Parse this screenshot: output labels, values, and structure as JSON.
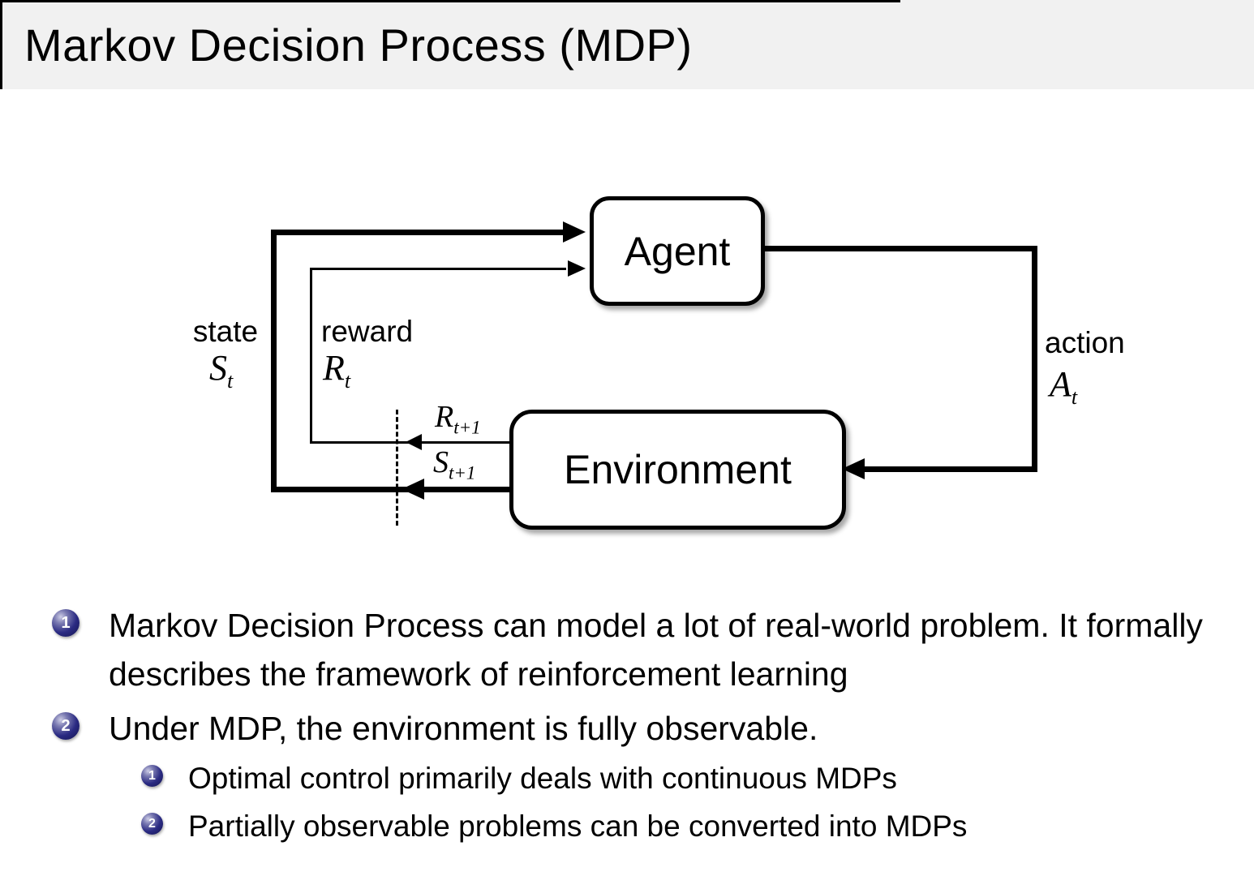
{
  "title": "Markov Decision Process (MDP)",
  "diagram": {
    "agent": "Agent",
    "environment": "Environment",
    "state_label": "state",
    "reward_label": "reward",
    "action_label": "action",
    "state_sym": "S",
    "state_sub": "t",
    "reward_sym": "R",
    "reward_sub": "t",
    "action_sym": "A",
    "action_sub": "t",
    "next_reward_sym": "R",
    "next_reward_sub": "t+1",
    "next_state_sym": "S",
    "next_state_sub": "t+1"
  },
  "bullets": [
    {
      "number": "1",
      "text": "Markov Decision Process can model a lot of real-world problem. It formally describes the framework of reinforcement learning",
      "sub": []
    },
    {
      "number": "2",
      "text": "Under MDP, the environment is fully observable.",
      "sub": [
        {
          "number": "1",
          "text": "Optimal control primarily deals with continuous MDPs"
        },
        {
          "number": "2",
          "text": "Partially observable problems can be converted into MDPs"
        }
      ]
    }
  ],
  "colors": {
    "header_bg": "#f1f1f1",
    "ball": "#2a2a82",
    "diagram_ink": "#000000",
    "background": "#ffffff"
  }
}
